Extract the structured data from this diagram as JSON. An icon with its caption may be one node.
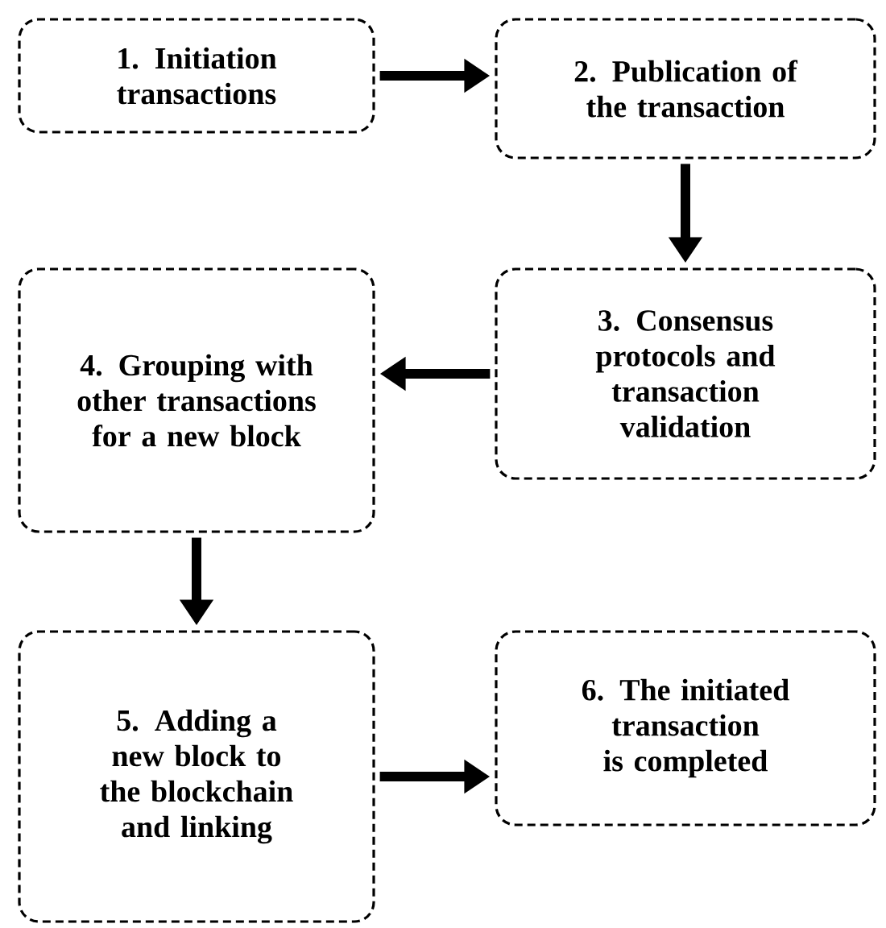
{
  "diagram": {
    "nodes": [
      {
        "text": [
          "1. Initiation transactions"
        ]
      },
      {
        "text": [
          "2. Publication of the transaction"
        ]
      },
      {
        "text": [
          "3. Consensus protocols and transaction validation"
        ]
      },
      {
        "text": [
          "4. Grouping with other transactions for a new block"
        ]
      },
      {
        "text": [
          "5. Adding a new block to the blockchain and linking"
        ]
      },
      {
        "text": [
          "6. The initiated transaction is completed"
        ]
      }
    ],
    "edges": [
      {
        "from": 0,
        "to": 1,
        "arrow": "to"
      },
      {
        "from": 1,
        "to": 2,
        "arrow": "to"
      },
      {
        "from": 2,
        "to": 3,
        "arrow": "to"
      },
      {
        "from": 3,
        "to": 4,
        "arrow": "to"
      },
      {
        "from": 4,
        "to": 5,
        "arrow": "to"
      }
    ]
  }
}
